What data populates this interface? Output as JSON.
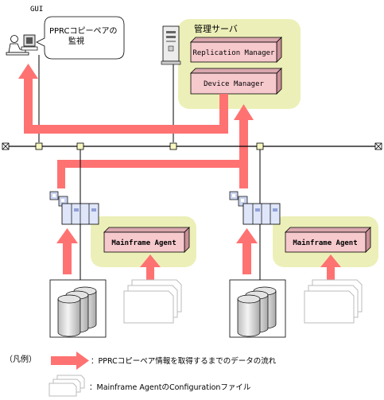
{
  "gui": {
    "label": "GUI",
    "callout_line1": "PPRCコピーペアの",
    "callout_line2": "監視"
  },
  "server": {
    "title": "管理サーバ",
    "components": [
      "Replication Manager",
      "Device Manager"
    ]
  },
  "hosts": [
    {
      "agent": "Mainframe Agent"
    },
    {
      "agent": "Mainframe Agent"
    }
  ],
  "legend": {
    "title": "（凡例）",
    "flow_label": "：PPRCコピーペア情報を取得するまでのデータの流れ",
    "file_label": "：Mainframe AgentのConfigurationファイル"
  },
  "colors": {
    "flow_arrow": "#ff7272",
    "group_bg": "#ecf0b8",
    "component_fill": "#f6c9cd",
    "node_fill": "#f7f7c0",
    "line": "#000000"
  }
}
